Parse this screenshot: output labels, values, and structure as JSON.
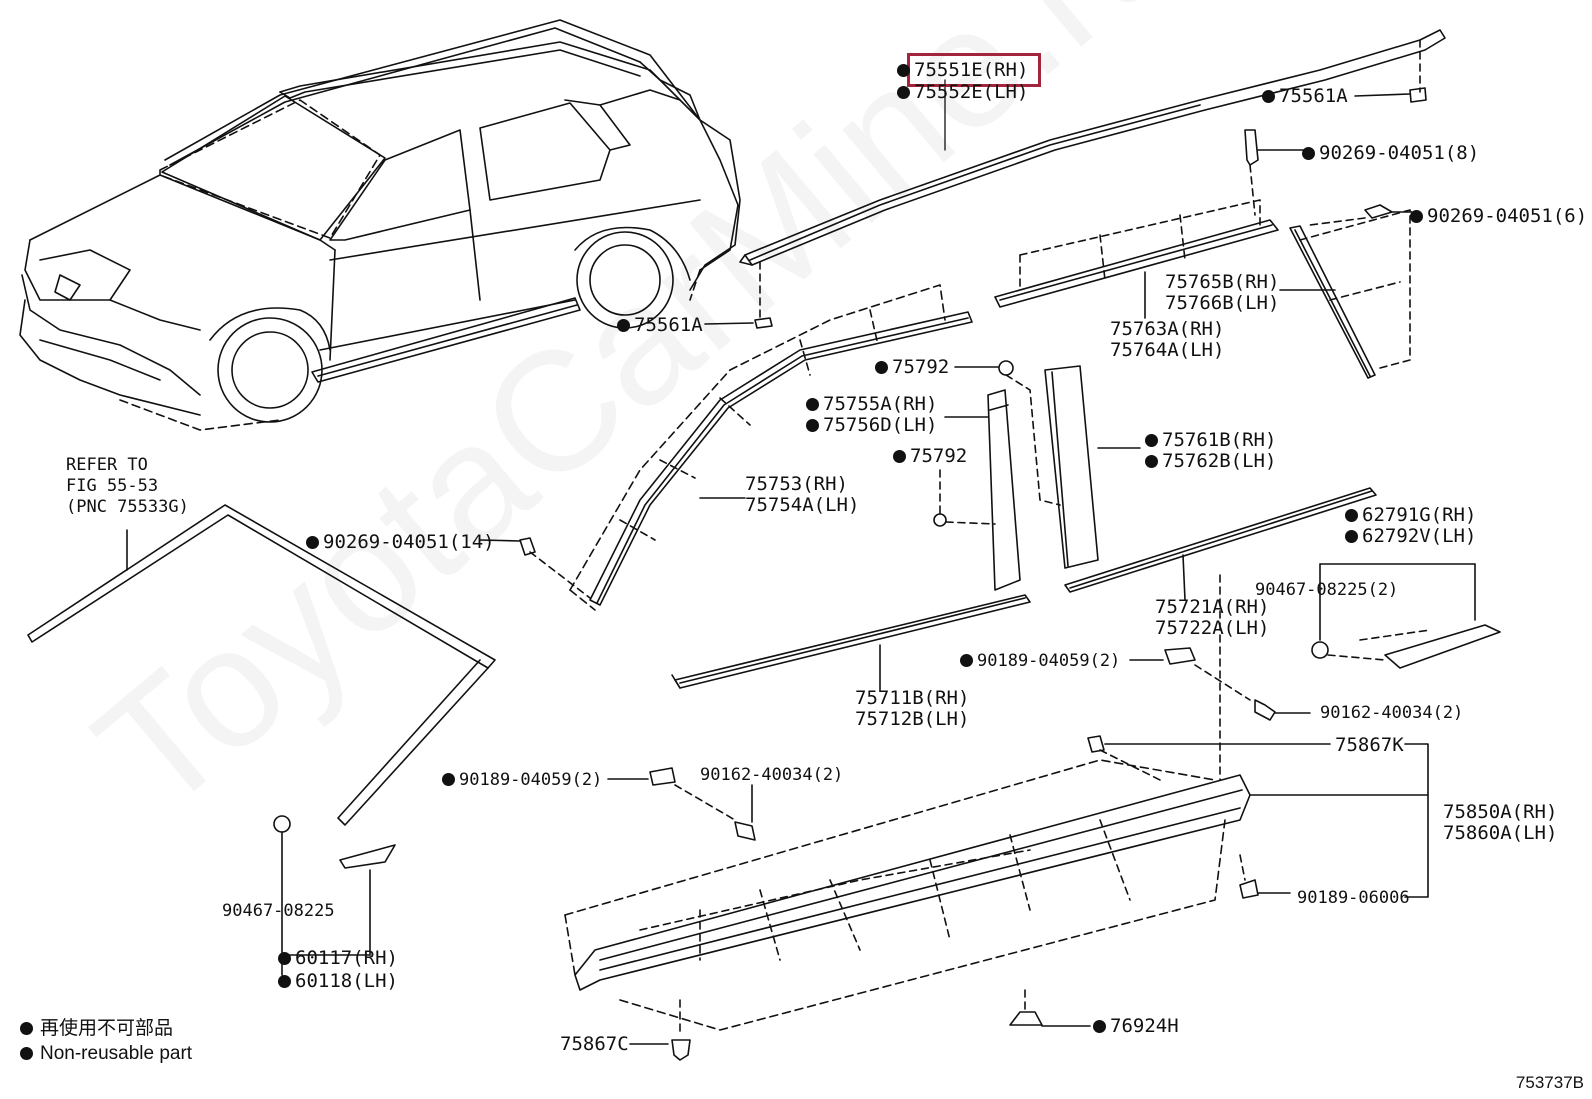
{
  "diagram": {
    "figure_id": "753737B",
    "watermark": "ToyotaCarMine.ru",
    "highlighted_part": "75551E(RH)",
    "note_text": [
      "REFER TO",
      "FIG 55-53",
      "(PNC 75533G)"
    ],
    "legend": {
      "japanese": "再使用不可部品",
      "english": "Non-reusable part"
    },
    "labels": [
      {
        "id": "75551e",
        "text": "75551E(RH)",
        "dot": true
      },
      {
        "id": "75552e",
        "text": "75552E(LH)",
        "dot": true
      },
      {
        "id": "75561a-top",
        "text": "75561A",
        "dot": true
      },
      {
        "id": "90269-8",
        "text": "90269-04051(8)",
        "dot": true
      },
      {
        "id": "90269-6",
        "text": "90269-04051(6)",
        "dot": true
      },
      {
        "id": "75765b",
        "text": "75765B(RH)",
        "dot": false
      },
      {
        "id": "75766b",
        "text": "75766B(LH)",
        "dot": false
      },
      {
        "id": "75763a",
        "text": "75763A(RH)",
        "dot": false
      },
      {
        "id": "75764a",
        "text": "75764A(LH)",
        "dot": false
      },
      {
        "id": "75561a-mid",
        "text": "75561A",
        "dot": true
      },
      {
        "id": "75792-a",
        "text": "75792",
        "dot": true
      },
      {
        "id": "75755a",
        "text": "75755A(RH)",
        "dot": true
      },
      {
        "id": "75756d",
        "text": "75756D(LH)",
        "dot": true
      },
      {
        "id": "75792-b",
        "text": "75792",
        "dot": true
      },
      {
        "id": "75761b",
        "text": "75761B(RH)",
        "dot": true
      },
      {
        "id": "75762b",
        "text": "75762B(LH)",
        "dot": true
      },
      {
        "id": "75753",
        "text": "75753(RH)",
        "dot": false
      },
      {
        "id": "75754a",
        "text": "75754A(LH)",
        "dot": false
      },
      {
        "id": "62791g",
        "text": "62791G(RH)",
        "dot": true
      },
      {
        "id": "62792v",
        "text": "62792V(LH)",
        "dot": true
      },
      {
        "id": "90269-14",
        "text": "90269-04051(14)",
        "dot": true
      },
      {
        "id": "90467-2",
        "text": "90467-08225(2)",
        "dot": false
      },
      {
        "id": "75721a",
        "text": "75721A(RH)",
        "dot": false
      },
      {
        "id": "75722a",
        "text": "75722A(LH)",
        "dot": false
      },
      {
        "id": "90189-2-right",
        "text": "90189-04059(2)",
        "dot": true
      },
      {
        "id": "75711b",
        "text": "75711B(RH)",
        "dot": false
      },
      {
        "id": "75712b",
        "text": "75712B(LH)",
        "dot": false
      },
      {
        "id": "90162-2-right",
        "text": "90162-40034(2)",
        "dot": false
      },
      {
        "id": "75867k",
        "text": "75867K",
        "dot": false
      },
      {
        "id": "90189-2-left",
        "text": "90189-04059(2)",
        "dot": true
      },
      {
        "id": "90162-2-left",
        "text": "90162-40034(2)",
        "dot": false
      },
      {
        "id": "75850a",
        "text": "75850A(RH)",
        "dot": false
      },
      {
        "id": "75860a",
        "text": "75860A(LH)",
        "dot": false
      },
      {
        "id": "90189-06006",
        "text": "90189-06006",
        "dot": false
      },
      {
        "id": "90467-08225",
        "text": "90467-08225",
        "dot": false
      },
      {
        "id": "60117",
        "text": "60117(RH)",
        "dot": true
      },
      {
        "id": "60118",
        "text": "60118(LH)",
        "dot": true
      },
      {
        "id": "76924h",
        "text": "76924H",
        "dot": true
      },
      {
        "id": "75867c",
        "text": "75867C",
        "dot": false
      }
    ]
  }
}
